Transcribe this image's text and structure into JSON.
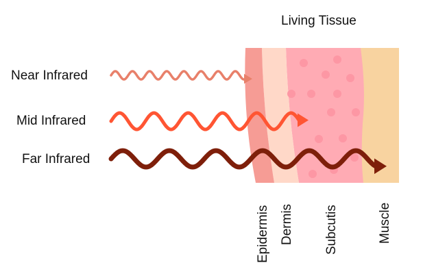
{
  "title": "Living Tissue",
  "waves": [
    {
      "label": "Near Infrared",
      "color": "#E8806A"
    },
    {
      "label": "Mid Infrared",
      "color": "#FF5533"
    },
    {
      "label": "Far Infrared",
      "color": "#7E1F0A"
    }
  ],
  "layers": [
    {
      "label": "Epidermis",
      "color": "#F69C95"
    },
    {
      "label": "Dermis",
      "color": "#FFD8C8"
    },
    {
      "label": "Subcutis",
      "color": "#FFABB4"
    },
    {
      "label": "Muscle",
      "color": "#F8D3A0"
    }
  ],
  "dot_color": "#FD97A4"
}
